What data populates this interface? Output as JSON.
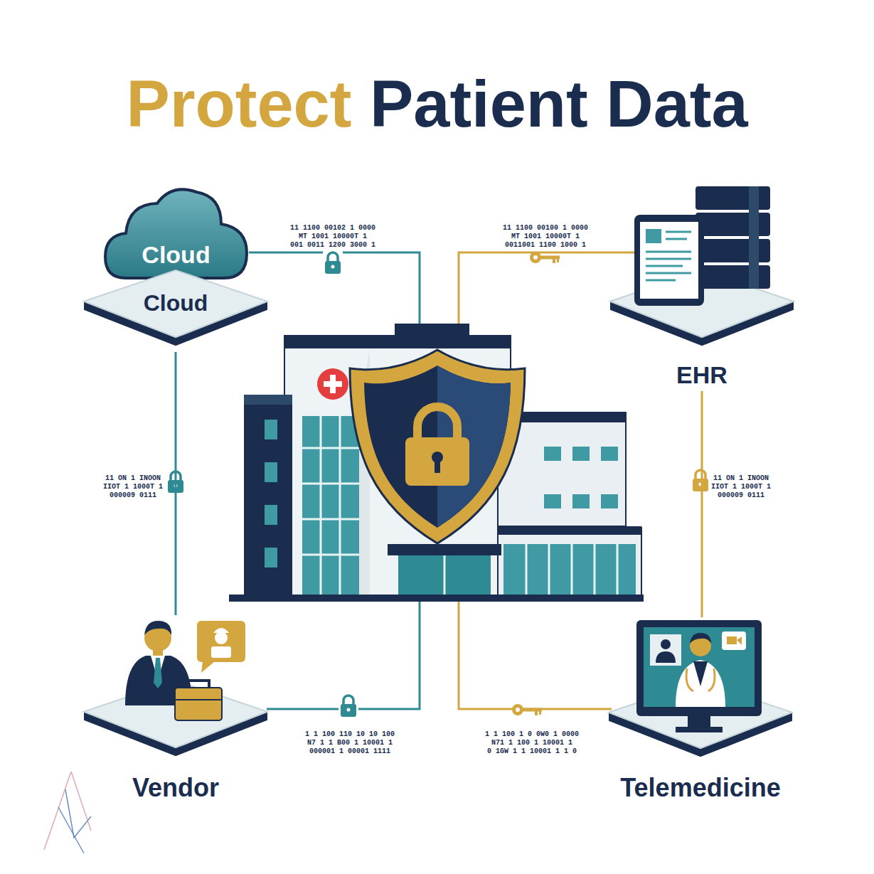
{
  "diagram": {
    "title": "Protect Patient Data",
    "nodes": [
      {
        "text": [
          "Cloud"
        ]
      },
      {
        "text": [
          "Cloud"
        ]
      },
      {
        "text": [
          "EHR"
        ]
      },
      {
        "text": [
          "Vendor"
        ]
      },
      {
        "text": [
          "Telemedicine"
        ]
      }
    ],
    "edges": [
      {
        "from": 1,
        "to": 3,
        "arrow": "none"
      },
      {
        "from": 2,
        "to": 4,
        "arrow": "none"
      }
    ],
    "labels": [
      "11 1100 00102 1 0000",
      "MT 1001 10000T 1",
      "001 0011 1200 3000 1",
      "11 1100 00100 1 0000",
      "MT 1001 10000T 1",
      "0011001 1100 1000 1",
      "11 ON 1 INOON",
      "IIOT 1 1000T 1",
      "000009 0111",
      "11 ON 1 INOON",
      "IIOT 1 1000T 1",
      "000009 0111",
      "1 1 100 110 10 10 100",
      "N7 1 1 B00 1 10001 1",
      "000001 1 00001 1111",
      "1 1 100 1 0 0W0 1 0000",
      "N71 1 100 1 10001 1",
      "0 1GW 1 1 10001 1 1 0"
    ]
  }
}
